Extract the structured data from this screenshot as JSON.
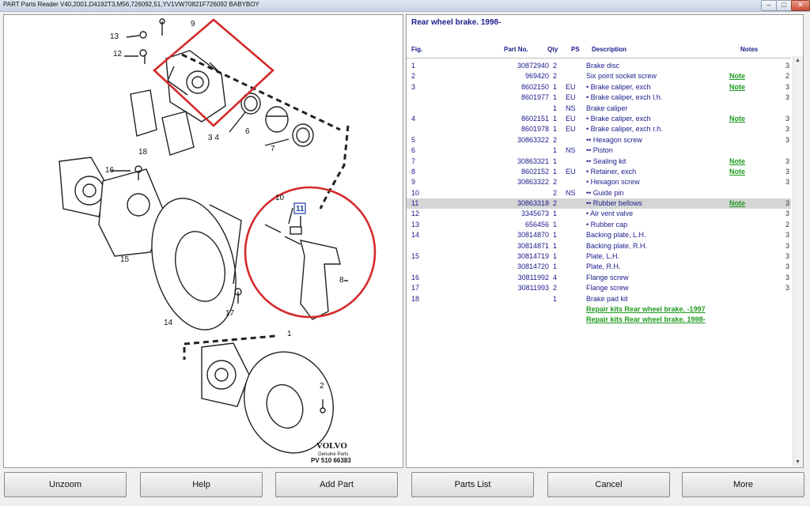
{
  "window": {
    "title": "PART Parts Reader V40,2001,D4192T3,M56,726092,51,YV1VW70821F726092 BABYBOY"
  },
  "window_controls": {
    "minimize": "–",
    "maximize": "□",
    "close": "✕"
  },
  "diagram": {
    "labels": [
      "1",
      "2",
      "3 4",
      "6",
      "7",
      "8",
      "9",
      "10",
      "11",
      "12",
      "13",
      "14",
      "15",
      "16",
      "17",
      "18"
    ],
    "brand": "VOLVO",
    "brand_sub": "Genuine Parts",
    "ref": "PV 510 66383"
  },
  "parts_list": {
    "title": "Rear wheel brake. 1998-",
    "headers": {
      "fig": "Fig.",
      "part": "Part No.",
      "qty": "Qty",
      "ps": "PS",
      "desc": "Description",
      "notes": "Notes"
    },
    "rows": [
      {
        "fig": "1",
        "part": "30872940",
        "qty": "2",
        "ps": "",
        "desc": "Brake disc",
        "note": "",
        "notes": "3"
      },
      {
        "fig": "2",
        "part": "969420",
        "qty": "2",
        "ps": "",
        "desc": "Six point socket screw",
        "note": "Note",
        "notes": "2"
      },
      {
        "fig": "3",
        "part": "8602150",
        "qty": "1",
        "ps": "EU",
        "desc": "• Brake caliper, exch",
        "note": "Note",
        "notes": "3"
      },
      {
        "fig": "",
        "part": "8601977",
        "qty": "1",
        "ps": "EU",
        "desc": "• Brake caliper, exch l.h.",
        "note": "",
        "notes": "3"
      },
      {
        "fig": "",
        "part": "",
        "qty": "1",
        "ps": "NS",
        "desc": "Brake caliper",
        "note": "",
        "notes": ""
      },
      {
        "fig": "4",
        "part": "8602151",
        "qty": "1",
        "ps": "EU",
        "desc": "• Brake caliper, exch",
        "note": "Note",
        "notes": "3"
      },
      {
        "fig": "",
        "part": "8601978",
        "qty": "1",
        "ps": "EU",
        "desc": "• Brake caliper, exch r.h.",
        "note": "",
        "notes": "3"
      },
      {
        "fig": "5",
        "part": "30863322",
        "qty": "2",
        "ps": "",
        "desc": "•• Hexagon screw",
        "note": "",
        "notes": "3"
      },
      {
        "fig": "6",
        "part": "",
        "qty": "1",
        "ps": "NS",
        "desc": "•• Piston",
        "note": "",
        "notes": ""
      },
      {
        "fig": "7",
        "part": "30863321",
        "qty": "1",
        "ps": "",
        "desc": "•• Sealing kit",
        "note": "Note",
        "notes": "3"
      },
      {
        "fig": "8",
        "part": "8602152",
        "qty": "1",
        "ps": "EU",
        "desc": "• Retainer, exch",
        "note": "Note",
        "notes": "3"
      },
      {
        "fig": "9",
        "part": "30863322",
        "qty": "2",
        "ps": "",
        "desc": "• Hexagon screw",
        "note": "",
        "notes": "3"
      },
      {
        "fig": "10",
        "part": "",
        "qty": "2",
        "ps": "NS",
        "desc": "•• Guide pin",
        "note": "",
        "notes": ""
      },
      {
        "fig": "11",
        "part": "30863318",
        "qty": "2",
        "ps": "",
        "desc": "•• Rubber bellows",
        "note": "Note",
        "notes": "3"
      },
      {
        "fig": "12",
        "part": "3345673",
        "qty": "1",
        "ps": "",
        "desc": "• Air vent valve",
        "note": "",
        "notes": "3"
      },
      {
        "fig": "13",
        "part": "656456",
        "qty": "1",
        "ps": "",
        "desc": "• Rubber cap",
        "note": "",
        "notes": "2"
      },
      {
        "fig": "14",
        "part": "30814870",
        "qty": "1",
        "ps": "",
        "desc": "Backing plate, L.H.",
        "note": "",
        "notes": "3"
      },
      {
        "fig": "",
        "part": "30814871",
        "qty": "1",
        "ps": "",
        "desc": "Backing plate, R.H.",
        "note": "",
        "notes": "3"
      },
      {
        "fig": "15",
        "part": "30814719",
        "qty": "1",
        "ps": "",
        "desc": "Plate, L.H.",
        "note": "",
        "notes": "3"
      },
      {
        "fig": "",
        "part": "30814720",
        "qty": "1",
        "ps": "",
        "desc": "Plate, R.H.",
        "note": "",
        "notes": "3"
      },
      {
        "fig": "16",
        "part": "30811992",
        "qty": "4",
        "ps": "",
        "desc": "Flange screw",
        "note": "",
        "notes": "3"
      },
      {
        "fig": "17",
        "part": "30811993",
        "qty": "2",
        "ps": "",
        "desc": "Flange screw",
        "note": "",
        "notes": "3"
      },
      {
        "fig": "18",
        "part": "",
        "qty": "1",
        "ps": "",
        "desc": "Brake pad kit",
        "note": "",
        "notes": ""
      }
    ],
    "kits": [
      "Repair kits Rear wheel brake. -1997",
      "Repair kits Rear wheel brake. 1998-"
    ],
    "selected_index": 13
  },
  "buttons": {
    "unzoom": "Unzoom",
    "help": "Help",
    "add_part": "Add Part",
    "parts_list": "Parts List",
    "cancel": "Cancel",
    "more": "More"
  },
  "colors": {
    "text": "#1a1a8c",
    "link": "#1f9a1f",
    "highlight": "#d5d5d5",
    "marker": "#d42a2a"
  }
}
